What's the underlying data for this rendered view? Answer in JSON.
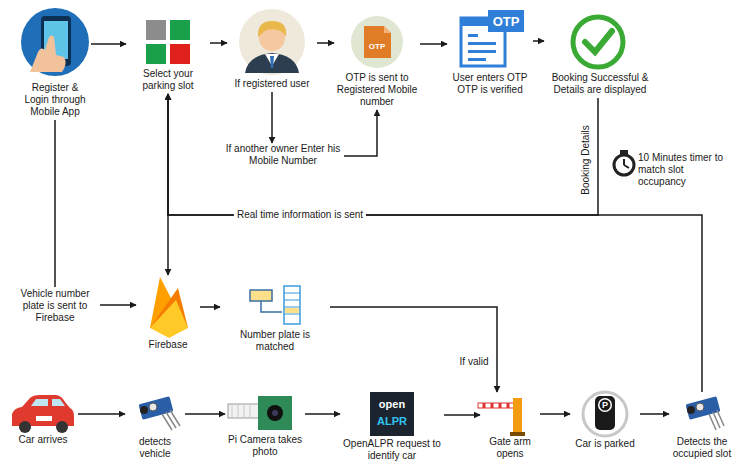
{
  "diagram": {
    "nodes": [
      {
        "text": [
          "Register & Login through Mobile App"
        ]
      },
      {
        "text": [
          "Select your parking slot"
        ]
      },
      {
        "text": [
          "If registered user"
        ]
      },
      {
        "text": [
          "If another owner Enter his Mobile Number"
        ]
      },
      {
        "text": [
          "OTP is sent to Registered Mobile number"
        ]
      },
      {
        "text": [
          "User enters OTP",
          "OTP is verified"
        ]
      },
      {
        "text": [
          "Booking Successful & Details are displayed"
        ]
      },
      {
        "text": [
          "10 Minutes timer to match slot occupancy"
        ]
      },
      {
        "text": [
          "Firebase"
        ]
      },
      {
        "text": [
          "Number plate is matched"
        ]
      },
      {
        "text": [
          "Car arrives"
        ]
      },
      {
        "text": [
          "detects vehicle"
        ]
      },
      {
        "text": [
          "Pi Camera takes photo"
        ]
      },
      {
        "text": [
          "OpenALPR request to identify car"
        ]
      },
      {
        "text": [
          "Gate arm opens"
        ]
      },
      {
        "text": [
          "Car is parked"
        ]
      },
      {
        "text": [
          "Detects the occupied slot"
        ]
      }
    ],
    "edges": [
      {
        "from": 0,
        "to": 1,
        "arrow": "to"
      },
      {
        "from": 1,
        "to": 2,
        "arrow": "to"
      },
      {
        "from": 2,
        "to": 3,
        "arrow": "to"
      },
      {
        "from": 3,
        "to": 4,
        "arrow": "to"
      },
      {
        "from": 2,
        "to": 4,
        "arrow": "to"
      },
      {
        "from": 4,
        "to": 5,
        "arrow": "to"
      },
      {
        "from": 5,
        "to": 6,
        "arrow": "to"
      },
      {
        "from": 6,
        "to": 1,
        "label": "Booking Details",
        "arrow": "to"
      },
      {
        "from": 16,
        "to": 1,
        "label": "Real time information is sent",
        "arrow": "to"
      },
      {
        "from": 1,
        "to": 8,
        "arrow": "both"
      },
      {
        "from": 0,
        "to": 8,
        "label": "Vehicle number plate is sent to Firebase",
        "arrow": "to"
      },
      {
        "from": 8,
        "to": 9,
        "arrow": "to"
      },
      {
        "from": 9,
        "to": 14,
        "label": "If valid",
        "arrow": "to"
      },
      {
        "from": 10,
        "to": 11,
        "arrow": "to"
      },
      {
        "from": 11,
        "to": 12,
        "arrow": "to"
      },
      {
        "from": 12,
        "to": 13,
        "arrow": "to"
      },
      {
        "from": 13,
        "to": 14,
        "arrow": "to"
      },
      {
        "from": 14,
        "to": 15,
        "arrow": "to"
      },
      {
        "from": 15,
        "to": 16,
        "arrow": "to"
      }
    ],
    "labels": [
      "OTP",
      "OTP",
      "open",
      "ALPR",
      "P"
    ]
  }
}
